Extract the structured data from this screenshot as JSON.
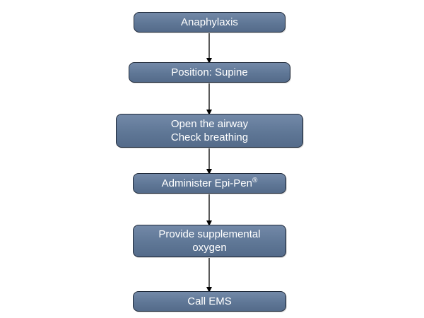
{
  "flowchart": {
    "steps": [
      {
        "lines": [
          "Anaphylaxis"
        ]
      },
      {
        "lines": [
          "Position: Supine"
        ]
      },
      {
        "lines": [
          "Open the airway",
          "Check breathing"
        ]
      },
      {
        "lines": [
          "Administer Epi-Pen"
        ],
        "superscript": "®"
      },
      {
        "lines": [
          "Provide supplemental",
          "oxygen"
        ]
      },
      {
        "lines": [
          "Call EMS"
        ]
      }
    ],
    "colors": {
      "box_fill": "#5f7796",
      "box_border": "#1f2a3a",
      "box_text": "#ffffff",
      "arrow": "#000000"
    }
  }
}
